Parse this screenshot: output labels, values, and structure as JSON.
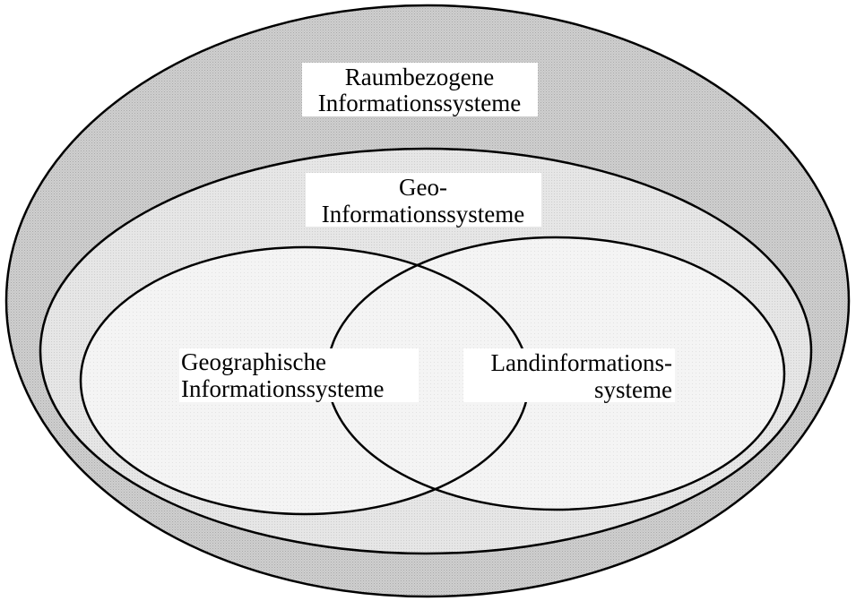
{
  "colors": {
    "outer_fill": "#c9c9c9",
    "middle_fill": "#e4e4e4",
    "inner_fill": "#f3f3f3",
    "stroke": "#000000",
    "label_bg": "#ffffff"
  },
  "sets": {
    "raumbezogen": {
      "line1": "Raumbezogene",
      "line2": "Informationssysteme"
    },
    "geo": {
      "line1": "Geo-",
      "line2": "Informationssysteme"
    },
    "geographisch": {
      "line1": "Geographische",
      "line2": "Informationssysteme"
    },
    "land": {
      "line1": "Landinformations-",
      "line2": "systeme"
    }
  }
}
